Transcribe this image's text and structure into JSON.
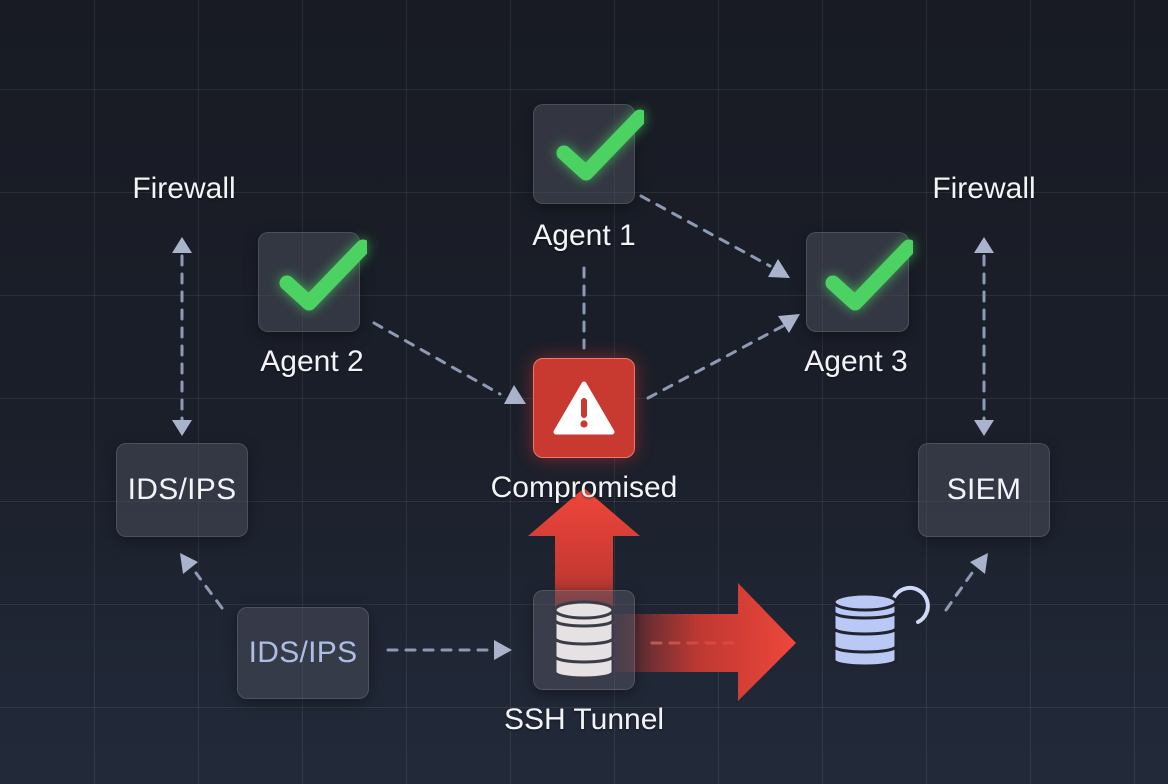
{
  "nodes": {
    "agent1": {
      "label": "Agent 1",
      "status_icon": "check-icon"
    },
    "agent2": {
      "label": "Agent 2",
      "status_icon": "check-icon"
    },
    "agent3": {
      "label": "Agent 3",
      "status_icon": "check-icon"
    },
    "compromised": {
      "label": "Compromised",
      "status_icon": "warning-icon"
    },
    "firewall_left": {
      "label": "Firewall"
    },
    "firewall_right": {
      "label": "Firewall"
    },
    "ids_ips_upper": {
      "label": "IDS/IPS"
    },
    "ids_ips_lower": {
      "label": "IDS/IPS"
    },
    "siem": {
      "label": "SIEM"
    },
    "ssh_tunnel": {
      "label": "SSH Tunnel",
      "icon": "database-icon"
    },
    "exfil_target": {
      "icon": "database-sync-icon"
    }
  },
  "colors": {
    "ok": "#4cd263",
    "alert": "#e53d32",
    "connector": "#8e9ab3",
    "text": "#f2f4f8",
    "muted_text": "#aebde4"
  }
}
